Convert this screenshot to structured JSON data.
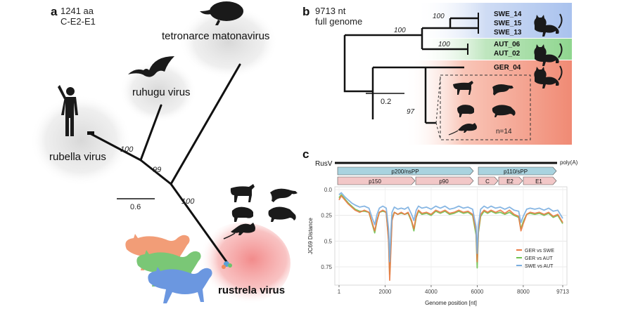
{
  "panel_a": {
    "letter": "a",
    "subtitle_line1": "1241 aa",
    "subtitle_line2": "C-E2-E1",
    "taxa": {
      "tetronarce": "tetronarce matonavirus",
      "ruhugu": "ruhugu virus",
      "rubella": "rubella virus",
      "rustrela": "rustrela virus"
    },
    "bootstrap": [
      "100",
      "99",
      "100"
    ],
    "scale_label": "0.6"
  },
  "panel_b": {
    "letter": "b",
    "subtitle_line1": "9713 nt",
    "subtitle_line2": "full genome",
    "tips": [
      "SWE_14",
      "SWE_15",
      "SWE_13",
      "AUT_06",
      "AUT_02",
      "GER_04"
    ],
    "bootstrap": [
      "100",
      "100",
      "100",
      "97"
    ],
    "count_label": "n=14",
    "scale_label": "0.2",
    "clade_colors": {
      "swe": "#b8cdf0",
      "aut": "#a6dca6",
      "ger": "#f4a896"
    }
  },
  "panel_c": {
    "letter": "c",
    "genome_label": "RusV",
    "polyA_label": "poly(A)",
    "nonstructural": {
      "label": "p200/nsPP",
      "products": [
        "p150",
        "p90"
      ]
    },
    "structural": {
      "label": "p110/sPP",
      "products": [
        "C",
        "E2",
        "E1"
      ]
    },
    "colors": {
      "polyprotein": "#a9d3df",
      "product": "#f2c7c7"
    }
  },
  "chart_data": {
    "type": "line",
    "title": "",
    "xlabel": "Genome position [nt]",
    "ylabel": "JC69 Distance",
    "xlim": [
      1,
      9713
    ],
    "ylim": [
      0.0,
      0.9
    ],
    "y_reversed": true,
    "xticks": [
      "1",
      "2000",
      "4000",
      "6000",
      "8000",
      "9713"
    ],
    "yticks": [
      "0.0",
      "0.25",
      "0.5",
      "0.75"
    ],
    "grid": true,
    "legend_position": "bottom-right",
    "x": [
      1,
      100,
      250,
      400,
      550,
      700,
      900,
      1100,
      1300,
      1450,
      1550,
      1650,
      1750,
      1900,
      2050,
      2150,
      2200,
      2250,
      2300,
      2400,
      2550,
      2700,
      2850,
      3000,
      3150,
      3250,
      3350,
      3450,
      3600,
      3800,
      4000,
      4200,
      4400,
      4600,
      4800,
      5000,
      5200,
      5400,
      5600,
      5800,
      5950,
      6000,
      6050,
      6150,
      6300,
      6450,
      6600,
      6800,
      7000,
      7200,
      7400,
      7600,
      7800,
      7900,
      8000,
      8150,
      8300,
      8500,
      8700,
      8900,
      9100,
      9300,
      9500,
      9713
    ],
    "series": [
      {
        "name": "GER vs SWE",
        "color": "#ea7a44",
        "values": [
          0.1,
          0.06,
          0.1,
          0.14,
          0.17,
          0.2,
          0.22,
          0.2,
          0.22,
          0.33,
          0.4,
          0.3,
          0.22,
          0.2,
          0.22,
          0.5,
          0.88,
          0.6,
          0.3,
          0.22,
          0.24,
          0.22,
          0.24,
          0.22,
          0.3,
          0.38,
          0.26,
          0.2,
          0.23,
          0.22,
          0.24,
          0.2,
          0.22,
          0.2,
          0.23,
          0.22,
          0.2,
          0.22,
          0.21,
          0.24,
          0.4,
          0.7,
          0.4,
          0.24,
          0.2,
          0.22,
          0.2,
          0.22,
          0.2,
          0.23,
          0.2,
          0.24,
          0.26,
          0.4,
          0.33,
          0.24,
          0.22,
          0.23,
          0.22,
          0.24,
          0.22,
          0.26,
          0.24,
          0.32
        ]
      },
      {
        "name": "GER vs AUT",
        "color": "#6ec24f",
        "values": [
          0.08,
          0.05,
          0.09,
          0.13,
          0.16,
          0.19,
          0.21,
          0.21,
          0.22,
          0.34,
          0.42,
          0.3,
          0.22,
          0.21,
          0.22,
          0.48,
          0.82,
          0.55,
          0.28,
          0.22,
          0.24,
          0.23,
          0.24,
          0.23,
          0.31,
          0.4,
          0.27,
          0.21,
          0.24,
          0.23,
          0.25,
          0.21,
          0.23,
          0.21,
          0.24,
          0.23,
          0.21,
          0.23,
          0.22,
          0.25,
          0.44,
          0.76,
          0.42,
          0.26,
          0.21,
          0.23,
          0.21,
          0.23,
          0.22,
          0.24,
          0.22,
          0.25,
          0.27,
          0.38,
          0.31,
          0.24,
          0.23,
          0.24,
          0.23,
          0.25,
          0.23,
          0.27,
          0.25,
          0.33
        ]
      },
      {
        "name": "SWE vs AUT",
        "color": "#7aaee0",
        "values": [
          0.05,
          0.03,
          0.07,
          0.1,
          0.13,
          0.15,
          0.17,
          0.16,
          0.18,
          0.28,
          0.34,
          0.24,
          0.18,
          0.16,
          0.18,
          0.38,
          0.7,
          0.42,
          0.22,
          0.17,
          0.19,
          0.18,
          0.19,
          0.17,
          0.24,
          0.3,
          0.2,
          0.16,
          0.18,
          0.17,
          0.19,
          0.16,
          0.18,
          0.16,
          0.19,
          0.18,
          0.16,
          0.18,
          0.17,
          0.19,
          0.36,
          0.62,
          0.34,
          0.19,
          0.16,
          0.18,
          0.16,
          0.18,
          0.17,
          0.19,
          0.17,
          0.2,
          0.21,
          0.32,
          0.26,
          0.19,
          0.18,
          0.19,
          0.18,
          0.2,
          0.18,
          0.21,
          0.2,
          0.28
        ]
      }
    ]
  }
}
